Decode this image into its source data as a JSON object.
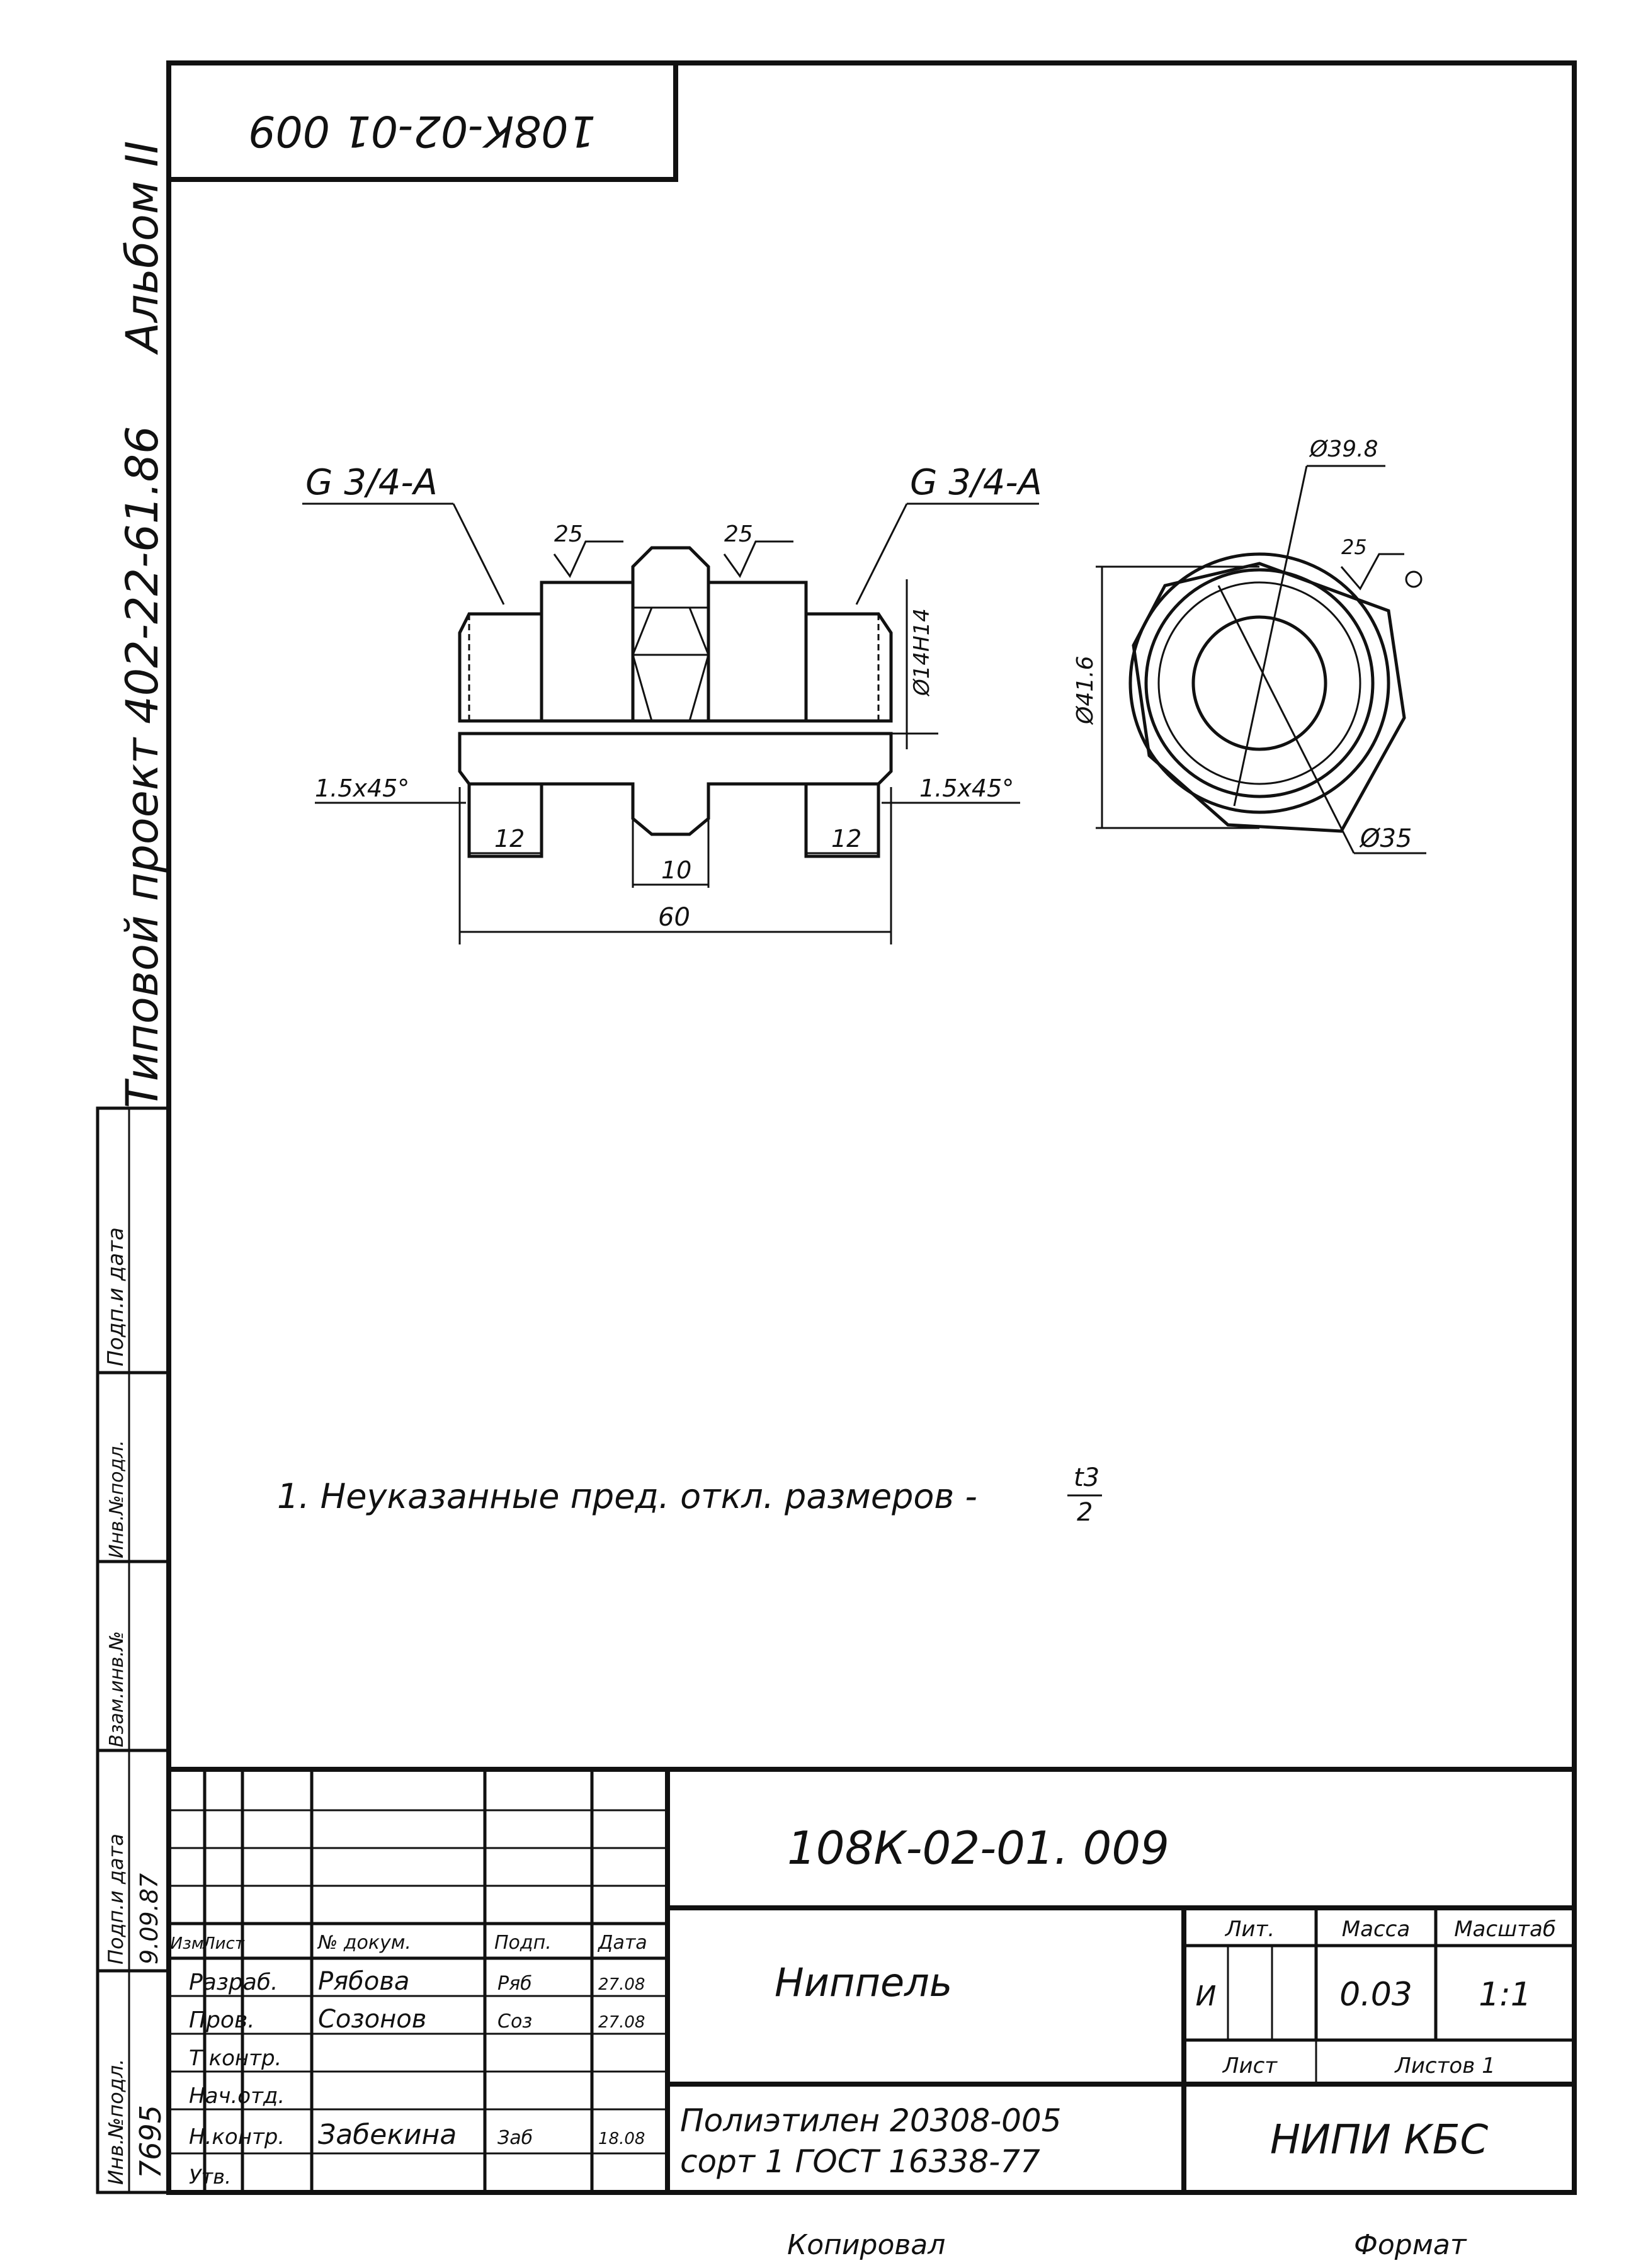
{
  "sheet": {
    "top_code": "108К-02-01 009",
    "margin_title": "Типовой проект 402-22-61.86",
    "margin_album": "Альбом II",
    "below_left": "Копировал",
    "below_right": "Формат"
  },
  "left_stamp": {
    "labels": [
      "Инв.№подл.",
      "Подп.и дата",
      "Взам.инв.№",
      "Инв.№подл.",
      "Подп.и дата"
    ],
    "inv_number": "7695",
    "sign_date": "9.09.87"
  },
  "drawing": {
    "thread_left": "G 3/4-A",
    "thread_right": "G 3/4-A",
    "rough_left": "25",
    "rough_right": "25",
    "bore_dia": "Ø14H14",
    "chamfer_left": "1.5x45°",
    "chamfer_right": "1.5x45°",
    "dim_12_left": "12",
    "dim_12_right": "12",
    "dim_10": "10",
    "dim_60": "60",
    "dia_39": "Ø39.8",
    "rough_end": "25",
    "dia_41": "Ø41.6",
    "dia_35": "Ø35"
  },
  "notes": {
    "note1_text": "1. Неуказанные  пред. откл. размеров -",
    "note1_num": "t3",
    "note1_den": "2"
  },
  "title_block": {
    "doc_code": "108К-02-01. 009",
    "part_name": "Ниппель",
    "material_line1": "Полиэтилен 20308-005",
    "material_line2": "сорт 1 ГОСТ 16338-77",
    "org": "НИПИ КБС",
    "head_lit": "Лит.",
    "head_mass": "Масса",
    "head_scale": "Масштаб",
    "lit_value": "И",
    "mass_value": "0.03",
    "scale_value": "1:1",
    "sheet_label": "Лист",
    "sheets_label": "Листов 1",
    "col_izm": "Изм",
    "col_list": "Лист",
    "col_doc": "№ докум.",
    "col_sign": "Подп.",
    "col_date": "Дата",
    "roles": [
      "Разраб.",
      "Пров.",
      "Т.контр.",
      "Нач.отд.",
      "Н.контр.",
      "Утв."
    ],
    "names": [
      "Рябова",
      "Созонов",
      "",
      "",
      "Забекина",
      ""
    ],
    "signs": [
      "Ряб",
      "Соз",
      "",
      "",
      "Заб",
      ""
    ],
    "dates": [
      "27.08",
      "27.08",
      "",
      "",
      "18.08",
      ""
    ]
  }
}
